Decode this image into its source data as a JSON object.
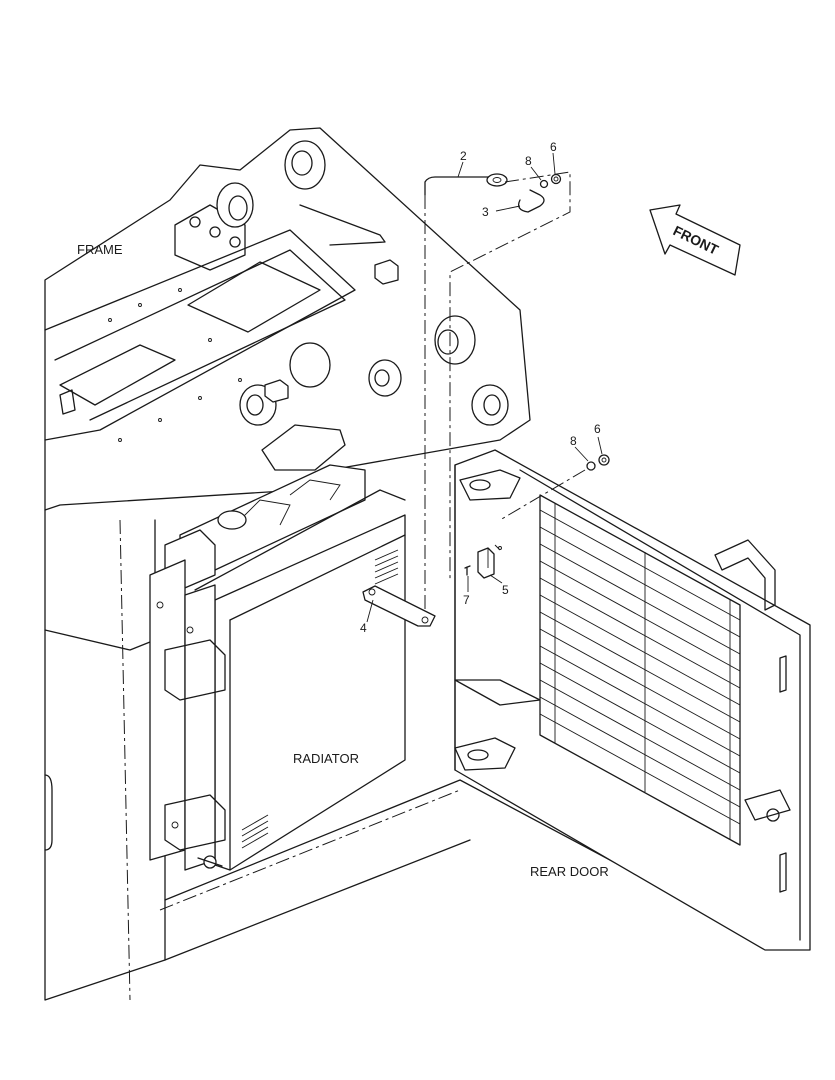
{
  "labels": {
    "frame": "FRAME",
    "radiator": "RADIATOR",
    "rear_door": "REAR DOOR",
    "front": "FRONT"
  },
  "callouts": {
    "c2": "2",
    "c3": "3",
    "c4": "4",
    "c5": "5",
    "c6_top": "6",
    "c6_mid": "6",
    "c7": "7",
    "c8_top": "8",
    "c8_mid": "8"
  }
}
